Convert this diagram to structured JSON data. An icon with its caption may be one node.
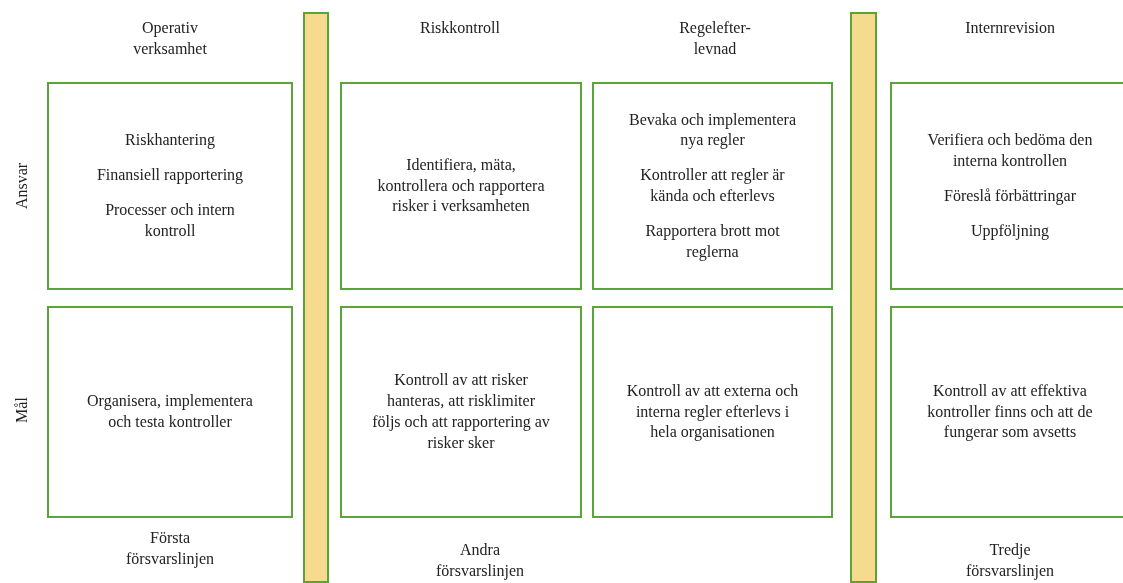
{
  "diagram": {
    "nodes": [
      {
        "text": [
          "Riskhantering",
          "Finansiell rapportering",
          "Processer och intern kontroll"
        ]
      },
      {
        "text": [
          "Identifiera, mäta, kontrollera och rapportera risker i verksamheten"
        ]
      },
      {
        "text": [
          "Bevaka och implementera nya regler",
          "Kontroller att regler är kända och efterlevs",
          "Rapportera brott mot reglerna"
        ]
      },
      {
        "text": [
          "Verifiera och bedöma den interna kontrollen",
          "Föreslå förbättringar",
          "Uppföljning"
        ]
      },
      {
        "text": [
          "Organisera, implementera och testa kontroller"
        ]
      },
      {
        "text": [
          "Kontroll av att risker hanteras, att risklimiter följs och att rapportering av risker sker"
        ]
      },
      {
        "text": [
          "Kontroll av att externa och interna regler efterlevs i hela organisationen"
        ]
      },
      {
        "text": [
          "Kontroll av att effektiva kontroller finns och att de fungerar som avsetts"
        ]
      },
      {
        "text": [],
        "shape": "bar"
      },
      {
        "text": [],
        "shape": "bar"
      }
    ],
    "labels": [
      "Operativ verksamhet",
      "Riskkontroll",
      "Regelefter- levnad",
      "Internrevision",
      "Ansvar",
      "Mål",
      "Första försvarslinjen",
      "Andra försvarslinjen",
      "Tredje försvarslinjen"
    ]
  }
}
